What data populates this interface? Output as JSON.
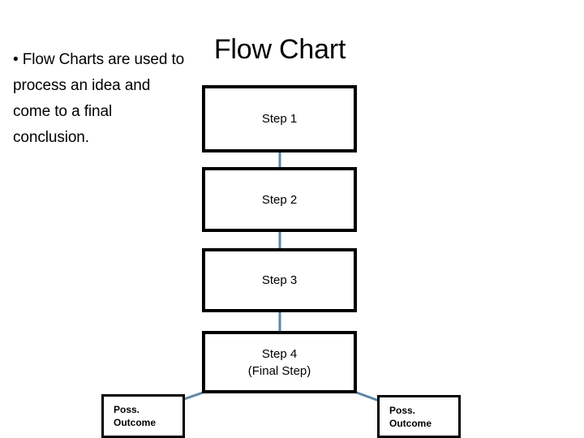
{
  "slide": {
    "background_color": "#FFFFFF",
    "bullet_text": "• Flow Charts are used to process an idea and come to a final conclusion.",
    "title": "Flow Chart"
  },
  "flowchart": {
    "connector_color": "#5B87A8",
    "box_border_color": "#000000",
    "box_fill_color": "#FFFFFF",
    "steps": [
      {
        "label": "Step 1",
        "sublabel": ""
      },
      {
        "label": "Step 2",
        "sublabel": ""
      },
      {
        "label": "Step 3",
        "sublabel": ""
      },
      {
        "label": "Step 4",
        "sublabel": "(Final Step)"
      }
    ],
    "outcomes": [
      {
        "line1": "Poss.",
        "line2": "Outcome"
      },
      {
        "line1": "Poss.",
        "line2": "Outcome"
      }
    ]
  }
}
